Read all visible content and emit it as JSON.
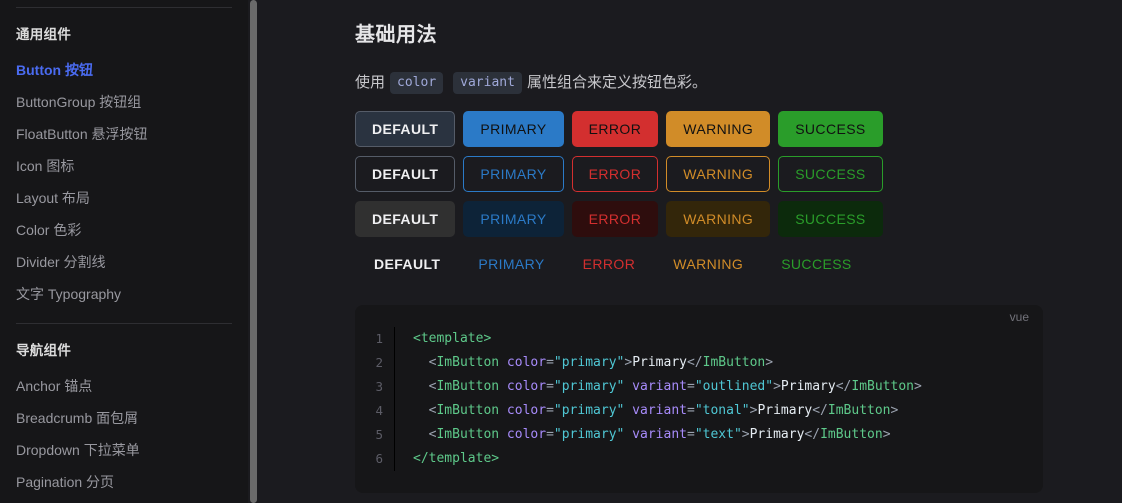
{
  "colors": {
    "page_bg": "#1b1b1f",
    "sidebar_bg": "#161618",
    "accent": "#4a6bf0",
    "primary": "#2b7ac7",
    "error": "#d32f2f",
    "warning": "#d18c28",
    "success": "#2a9d2a",
    "default_bg": "#2a3340",
    "default_border": "#555c68"
  },
  "sidebar": {
    "groups": [
      {
        "title": "通用组件",
        "items": [
          {
            "label": "Button 按钮",
            "active": true
          },
          {
            "label": "ButtonGroup 按钮组",
            "active": false
          },
          {
            "label": "FloatButton 悬浮按钮",
            "active": false
          },
          {
            "label": "Icon 图标",
            "active": false
          },
          {
            "label": "Layout 布局",
            "active": false
          },
          {
            "label": "Color 色彩",
            "active": false
          },
          {
            "label": "Divider 分割线",
            "active": false
          },
          {
            "label": "文字 Typography",
            "active": false
          }
        ]
      },
      {
        "title": "导航组件",
        "items": [
          {
            "label": "Anchor 锚点",
            "active": false
          },
          {
            "label": "Breadcrumb 面包屑",
            "active": false
          },
          {
            "label": "Dropdown 下拉菜单",
            "active": false
          },
          {
            "label": "Pagination 分页",
            "active": false
          }
        ]
      }
    ]
  },
  "main": {
    "title": "基础用法",
    "desc_prefix": "使用",
    "chip_color": "color",
    "chip_variant": "variant",
    "desc_suffix": "属性组合来定义按钮色彩。",
    "button_rows": [
      {
        "variant": "filled",
        "buttons": [
          {
            "label": "DEFAULT",
            "color": "default"
          },
          {
            "label": "PRIMARY",
            "color": "primary"
          },
          {
            "label": "ERROR",
            "color": "error"
          },
          {
            "label": "WARNING",
            "color": "warning"
          },
          {
            "label": "SUCCESS",
            "color": "success"
          }
        ]
      },
      {
        "variant": "outlined",
        "buttons": [
          {
            "label": "DEFAULT",
            "color": "default"
          },
          {
            "label": "PRIMARY",
            "color": "primary"
          },
          {
            "label": "ERROR",
            "color": "error"
          },
          {
            "label": "WARNING",
            "color": "warning"
          },
          {
            "label": "SUCCESS",
            "color": "success"
          }
        ]
      },
      {
        "variant": "tonal",
        "buttons": [
          {
            "label": "DEFAULT",
            "color": "default"
          },
          {
            "label": "PRIMARY",
            "color": "primary"
          },
          {
            "label": "ERROR",
            "color": "error"
          },
          {
            "label": "WARNING",
            "color": "warning"
          },
          {
            "label": "SUCCESS",
            "color": "success"
          }
        ]
      },
      {
        "variant": "text",
        "buttons": [
          {
            "label": "DEFAULT",
            "color": "default"
          },
          {
            "label": "PRIMARY",
            "color": "primary"
          },
          {
            "label": "ERROR",
            "color": "error"
          },
          {
            "label": "WARNING",
            "color": "warning"
          },
          {
            "label": "SUCCESS",
            "color": "success"
          }
        ]
      }
    ],
    "code": {
      "language": "vue",
      "line_numbers": [
        "1",
        "2",
        "3",
        "4",
        "5",
        "6"
      ],
      "lines": [
        [
          {
            "t": "<template>",
            "c": "t-tag"
          }
        ],
        [
          {
            "t": "  <",
            "c": "t-punc"
          },
          {
            "t": "ImButton",
            "c": "t-tag"
          },
          {
            "t": " color",
            "c": "t-attr"
          },
          {
            "t": "=",
            "c": "t-punc"
          },
          {
            "t": "\"primary\"",
            "c": "t-str"
          },
          {
            "t": ">",
            "c": "t-punc"
          },
          {
            "t": "Primary",
            "c": "t-text"
          },
          {
            "t": "</",
            "c": "t-punc"
          },
          {
            "t": "ImButton",
            "c": "t-tag"
          },
          {
            "t": ">",
            "c": "t-punc"
          }
        ],
        [
          {
            "t": "  <",
            "c": "t-punc"
          },
          {
            "t": "ImButton",
            "c": "t-tag"
          },
          {
            "t": " color",
            "c": "t-attr"
          },
          {
            "t": "=",
            "c": "t-punc"
          },
          {
            "t": "\"primary\"",
            "c": "t-str"
          },
          {
            "t": " variant",
            "c": "t-attr"
          },
          {
            "t": "=",
            "c": "t-punc"
          },
          {
            "t": "\"outlined\"",
            "c": "t-str"
          },
          {
            "t": ">",
            "c": "t-punc"
          },
          {
            "t": "Primary",
            "c": "t-text"
          },
          {
            "t": "</",
            "c": "t-punc"
          },
          {
            "t": "ImButton",
            "c": "t-tag"
          },
          {
            "t": ">",
            "c": "t-punc"
          }
        ],
        [
          {
            "t": "  <",
            "c": "t-punc"
          },
          {
            "t": "ImButton",
            "c": "t-tag"
          },
          {
            "t": " color",
            "c": "t-attr"
          },
          {
            "t": "=",
            "c": "t-punc"
          },
          {
            "t": "\"primary\"",
            "c": "t-str"
          },
          {
            "t": " variant",
            "c": "t-attr"
          },
          {
            "t": "=",
            "c": "t-punc"
          },
          {
            "t": "\"tonal\"",
            "c": "t-str"
          },
          {
            "t": ">",
            "c": "t-punc"
          },
          {
            "t": "Primary",
            "c": "t-text"
          },
          {
            "t": "</",
            "c": "t-punc"
          },
          {
            "t": "ImButton",
            "c": "t-tag"
          },
          {
            "t": ">",
            "c": "t-punc"
          }
        ],
        [
          {
            "t": "  <",
            "c": "t-punc"
          },
          {
            "t": "ImButton",
            "c": "t-tag"
          },
          {
            "t": " color",
            "c": "t-attr"
          },
          {
            "t": "=",
            "c": "t-punc"
          },
          {
            "t": "\"primary\"",
            "c": "t-str"
          },
          {
            "t": " variant",
            "c": "t-attr"
          },
          {
            "t": "=",
            "c": "t-punc"
          },
          {
            "t": "\"text\"",
            "c": "t-str"
          },
          {
            "t": ">",
            "c": "t-punc"
          },
          {
            "t": "Primary",
            "c": "t-text"
          },
          {
            "t": "</",
            "c": "t-punc"
          },
          {
            "t": "ImButton",
            "c": "t-tag"
          },
          {
            "t": ">",
            "c": "t-punc"
          }
        ],
        [
          {
            "t": "</template>",
            "c": "t-tag"
          }
        ]
      ]
    }
  }
}
